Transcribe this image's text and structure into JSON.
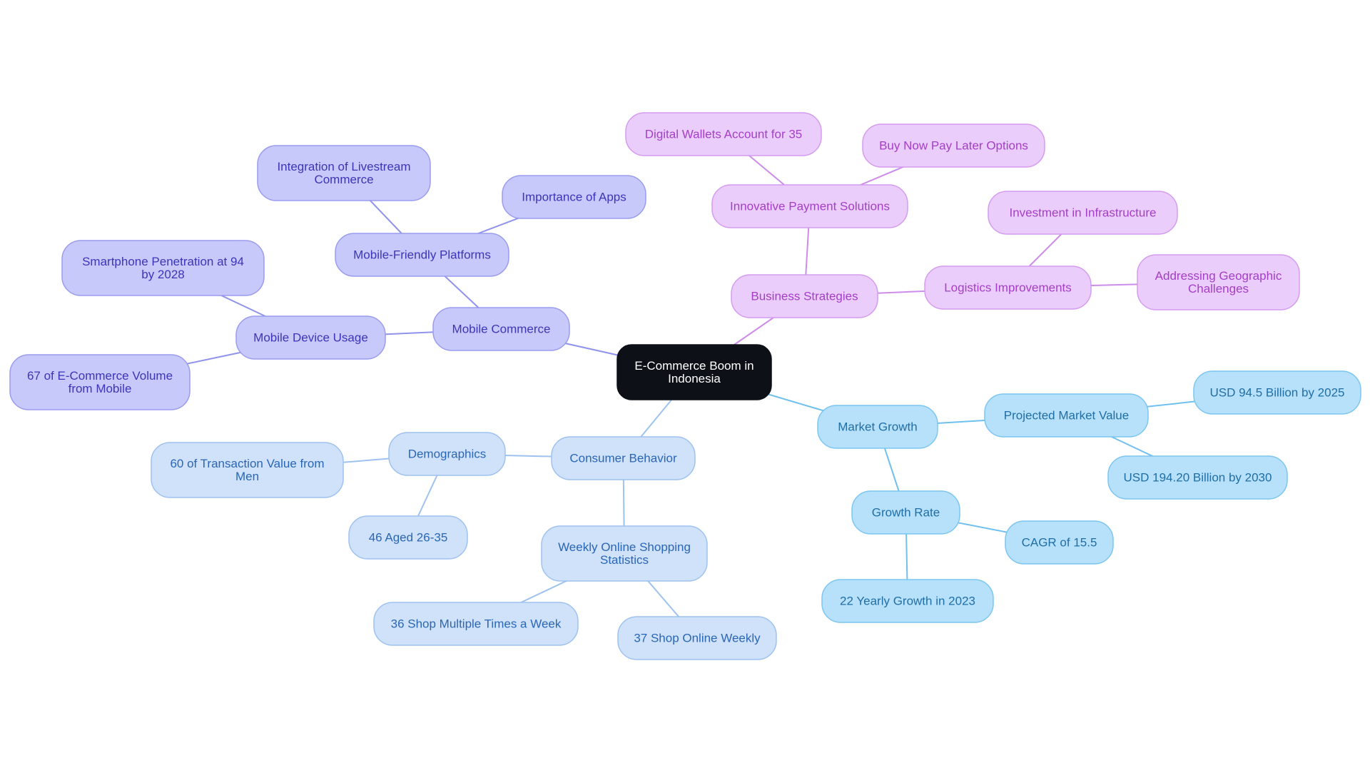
{
  "palette": {
    "root": {
      "fill": "#0d1117",
      "stroke": "#0d1117",
      "text": "#ffffff",
      "edge": "#0d1117"
    },
    "mobile": {
      "fill": "#c8c9fb",
      "stroke": "#9a9cf0",
      "text": "#3b35b8",
      "edge": "#8f93ec"
    },
    "business": {
      "fill": "#ebcdfb",
      "stroke": "#d49cf0",
      "text": "#a33ec7",
      "edge": "#cd8ce9"
    },
    "consumer": {
      "fill": "#cfe2fa",
      "stroke": "#9ec2f0",
      "text": "#2a66b6",
      "edge": "#9ec2f0"
    },
    "market": {
      "fill": "#b7e1fb",
      "stroke": "#7cc6f1",
      "text": "#1f6ea6",
      "edge": "#6fc0ee"
    }
  },
  "root": {
    "id": "root",
    "lines": [
      "E-Commerce Boom in",
      "Indonesia"
    ]
  },
  "nodes": [
    {
      "id": "mobile-commerce",
      "parent": "root",
      "group": "mobile",
      "lines": [
        "Mobile Commerce"
      ]
    },
    {
      "id": "mobile-friendly-platforms",
      "parent": "mobile-commerce",
      "group": "mobile",
      "lines": [
        "Mobile-Friendly Platforms"
      ]
    },
    {
      "id": "integration-livestream",
      "parent": "mobile-friendly-platforms",
      "group": "mobile",
      "lines": [
        "Integration of Livestream",
        "Commerce"
      ]
    },
    {
      "id": "importance-apps",
      "parent": "mobile-friendly-platforms",
      "group": "mobile",
      "lines": [
        "Importance of Apps"
      ]
    },
    {
      "id": "mobile-device-usage",
      "parent": "mobile-commerce",
      "group": "mobile",
      "lines": [
        "Mobile Device Usage"
      ]
    },
    {
      "id": "smartphone-penetration",
      "parent": "mobile-device-usage",
      "group": "mobile",
      "lines": [
        "Smartphone Penetration at 94",
        "by 2028"
      ]
    },
    {
      "id": "ecommerce-volume-mobile",
      "parent": "mobile-device-usage",
      "group": "mobile",
      "lines": [
        "67 of E-Commerce Volume",
        "from Mobile"
      ]
    },
    {
      "id": "business-strategies",
      "parent": "root",
      "group": "business",
      "lines": [
        "Business Strategies"
      ]
    },
    {
      "id": "innovative-payment",
      "parent": "business-strategies",
      "group": "business",
      "lines": [
        "Innovative Payment Solutions"
      ]
    },
    {
      "id": "digital-wallets",
      "parent": "innovative-payment",
      "group": "business",
      "lines": [
        "Digital Wallets Account for 35"
      ]
    },
    {
      "id": "bnpl",
      "parent": "innovative-payment",
      "group": "business",
      "lines": [
        "Buy Now Pay Later Options"
      ]
    },
    {
      "id": "logistics-improvements",
      "parent": "business-strategies",
      "group": "business",
      "lines": [
        "Logistics Improvements"
      ]
    },
    {
      "id": "investment-infrastructure",
      "parent": "logistics-improvements",
      "group": "business",
      "lines": [
        "Investment in Infrastructure"
      ]
    },
    {
      "id": "geographic-challenges",
      "parent": "logistics-improvements",
      "group": "business",
      "lines": [
        "Addressing Geographic",
        "Challenges"
      ]
    },
    {
      "id": "consumer-behavior",
      "parent": "root",
      "group": "consumer",
      "lines": [
        "Consumer Behavior"
      ]
    },
    {
      "id": "demographics",
      "parent": "consumer-behavior",
      "group": "consumer",
      "lines": [
        "Demographics"
      ]
    },
    {
      "id": "transaction-value-men",
      "parent": "demographics",
      "group": "consumer",
      "lines": [
        "60 of Transaction Value from",
        "Men"
      ]
    },
    {
      "id": "aged-26-35",
      "parent": "demographics",
      "group": "consumer",
      "lines": [
        "46 Aged 26-35"
      ]
    },
    {
      "id": "weekly-shopping-stats",
      "parent": "consumer-behavior",
      "group": "consumer",
      "lines": [
        "Weekly Online Shopping",
        "Statistics"
      ]
    },
    {
      "id": "shop-multiple-times",
      "parent": "weekly-shopping-stats",
      "group": "consumer",
      "lines": [
        "36 Shop Multiple Times a Week"
      ]
    },
    {
      "id": "shop-online-weekly",
      "parent": "weekly-shopping-stats",
      "group": "consumer",
      "lines": [
        "37 Shop Online Weekly"
      ]
    },
    {
      "id": "market-growth",
      "parent": "root",
      "group": "market",
      "lines": [
        "Market Growth"
      ]
    },
    {
      "id": "projected-market-value",
      "parent": "market-growth",
      "group": "market",
      "lines": [
        "Projected Market Value"
      ]
    },
    {
      "id": "usd-94-5",
      "parent": "projected-market-value",
      "group": "market",
      "lines": [
        "USD 94.5 Billion by 2025"
      ]
    },
    {
      "id": "usd-194-20",
      "parent": "projected-market-value",
      "group": "market",
      "lines": [
        "USD 194.20 Billion by 2030"
      ]
    },
    {
      "id": "growth-rate",
      "parent": "market-growth",
      "group": "market",
      "lines": [
        "Growth Rate"
      ]
    },
    {
      "id": "cagr",
      "parent": "growth-rate",
      "group": "market",
      "lines": [
        "CAGR of 15.5"
      ]
    },
    {
      "id": "yearly-growth-2023",
      "parent": "growth-rate",
      "group": "market",
      "lines": [
        "22 Yearly Growth in 2023"
      ]
    }
  ]
}
